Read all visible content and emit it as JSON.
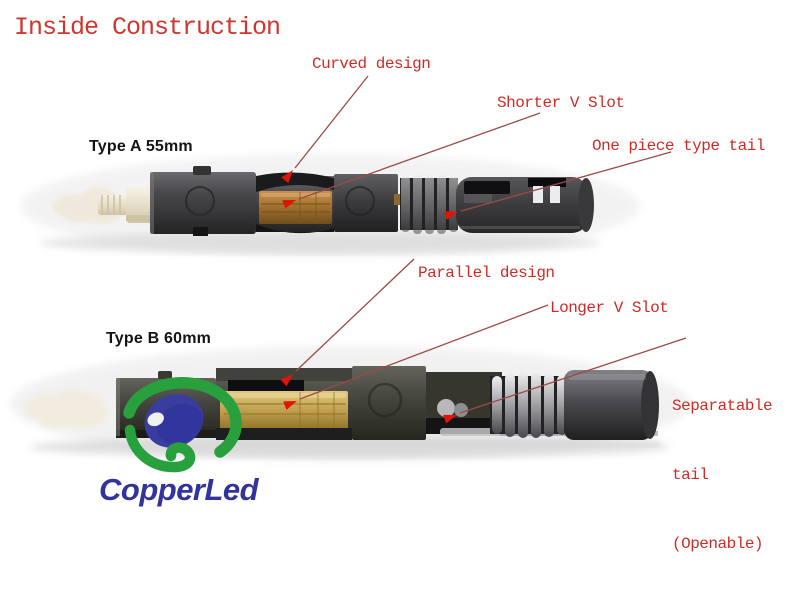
{
  "title": "Inside Construction",
  "connector_a": {
    "type_label": "Type A 55mm",
    "annotations": {
      "curved_design": "Curved design",
      "shorter_v_slot": "Shorter V Slot",
      "one_piece_tail": "One piece type tail"
    }
  },
  "connector_b": {
    "type_label": "Type B 60mm",
    "annotations": {
      "parallel_design": "Parallel design",
      "longer_v_slot": "Longer V Slot",
      "separatable_tail": {
        "line1": "Separatable",
        "line2": "tail",
        "line3": "(Openable)"
      }
    }
  },
  "logo": {
    "brand": "CopperLed"
  },
  "colors": {
    "label_red": "#cf2b24",
    "annotation_line_red": "#9c4a44",
    "arrowhead_red": "#e01408",
    "logo_blue": "#32349b",
    "logo_green": "#28a03e",
    "connector_gold": "#c0a050",
    "connector_body": "#3b3b3d"
  }
}
